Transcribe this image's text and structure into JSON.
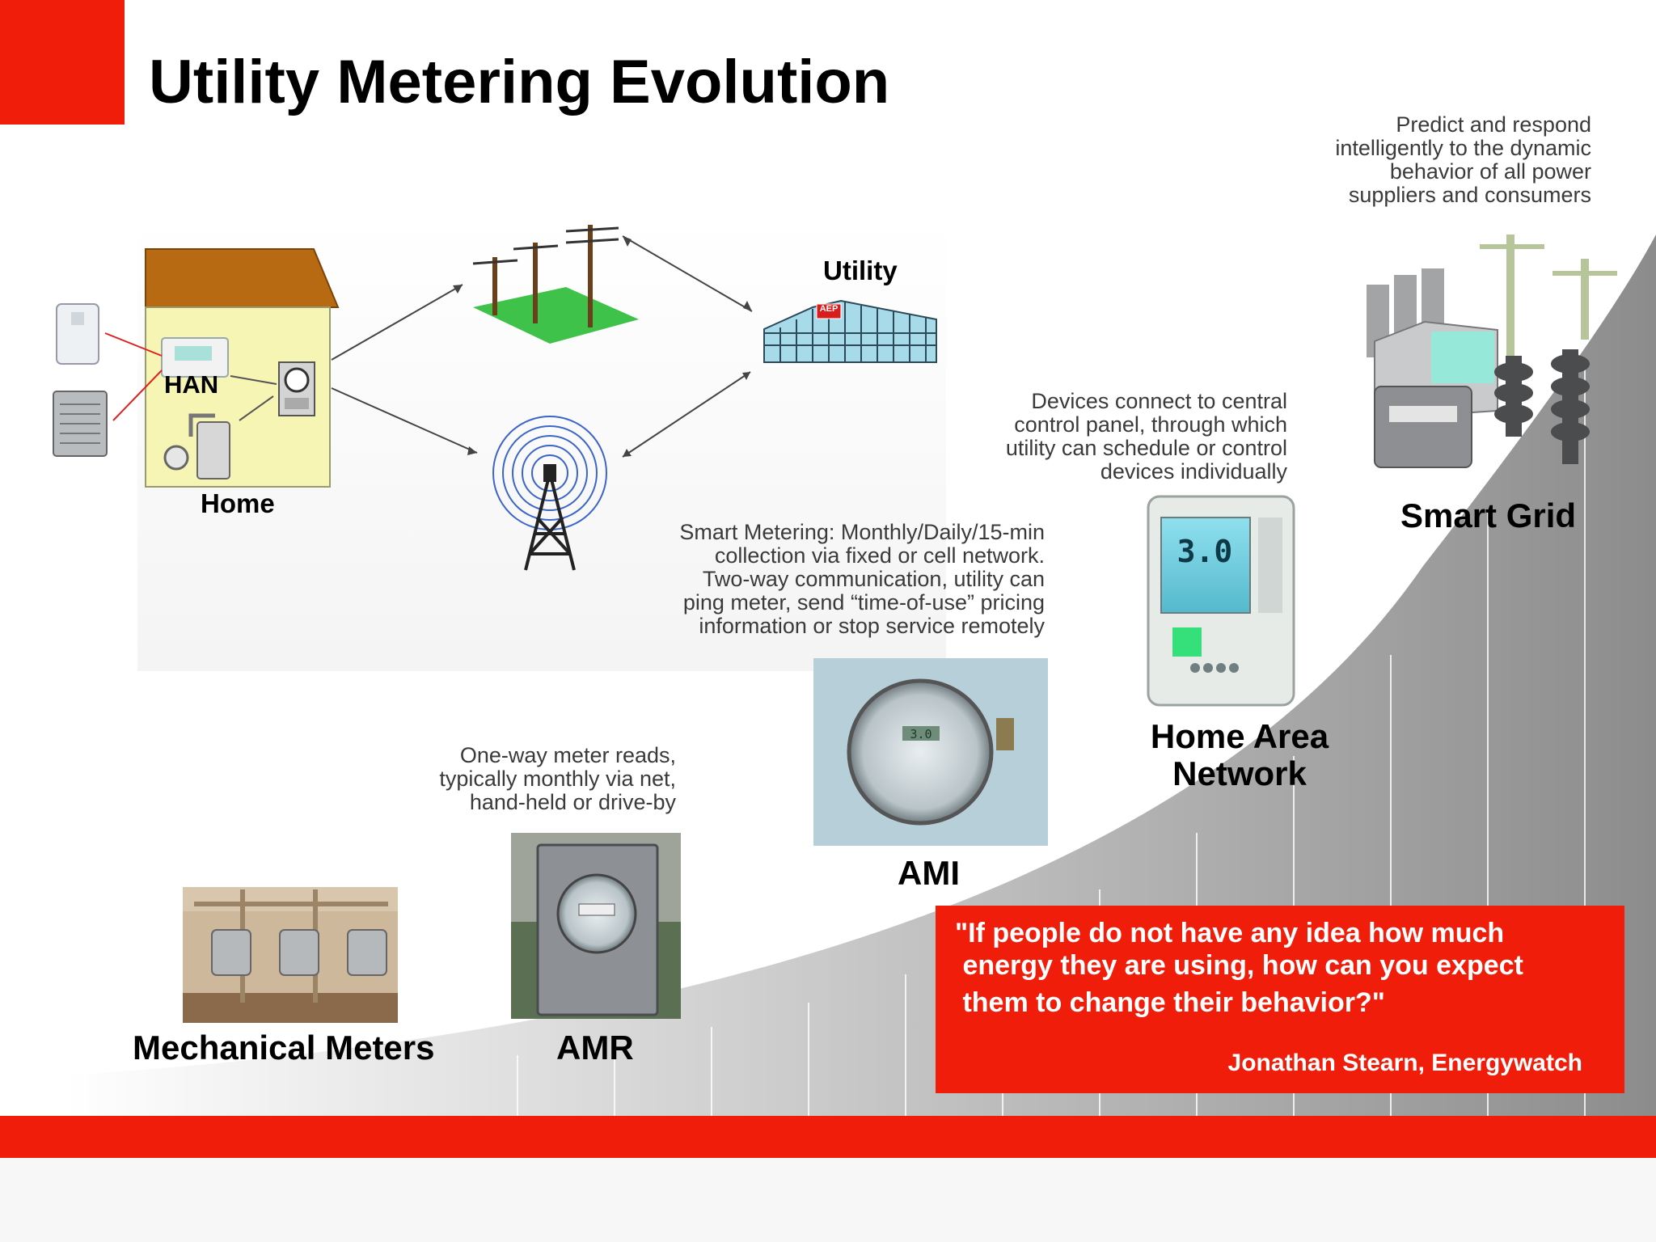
{
  "slide": {
    "title": "Utility Metering Evolution",
    "colors": {
      "accent_red": "#f01d0a",
      "curve_gray": "#9a9a9a",
      "house_roof": "#b86a12",
      "house_wall": "#f6f5b4",
      "grass": "#3fc24a"
    },
    "diagram": {
      "labels": {
        "utility": "Utility",
        "han": "HAN",
        "home": "Home",
        "utility_logo": "AEP"
      },
      "icons": [
        "house-icon",
        "water-heater-icon",
        "ac-unit-icon",
        "thermostat-icon",
        "gas-meter-icon",
        "electric-meter-icon",
        "power-lines-icon",
        "utility-building-icon",
        "cell-tower-icon"
      ]
    },
    "stages": [
      {
        "id": "mechanical",
        "label": "Mechanical Meters",
        "description": []
      },
      {
        "id": "amr",
        "label": "AMR",
        "description": [
          "One-way meter reads,",
          "typically monthly via net,",
          "hand-held or drive-by"
        ]
      },
      {
        "id": "ami",
        "label": "AMI",
        "description": [
          "Smart Metering: Monthly/Daily/15-min",
          "collection via fixed or cell network.",
          "Two-way communication, utility can",
          "ping meter, send “time-of-use” pricing",
          "information or stop service remotely"
        ]
      },
      {
        "id": "han",
        "label_lines": [
          "Home Area",
          "Network"
        ],
        "description": [
          "Devices connect to central",
          "control panel, through which",
          "utility can schedule or control",
          "devices individually"
        ]
      },
      {
        "id": "smart_grid",
        "label": "Smart Grid",
        "description": [
          "Predict and respond",
          "intelligently to the dynamic",
          "behavior of all power",
          "suppliers and consumers"
        ]
      }
    ],
    "images": {
      "ami_display": "3.0",
      "han_display": "3.0"
    },
    "quote": {
      "lines": [
        "\"If people do not have any idea how much",
        " energy they are using, how can you expect",
        " them to change their behavior?\""
      ],
      "author": "Jonathan Stearn, Energywatch"
    }
  }
}
